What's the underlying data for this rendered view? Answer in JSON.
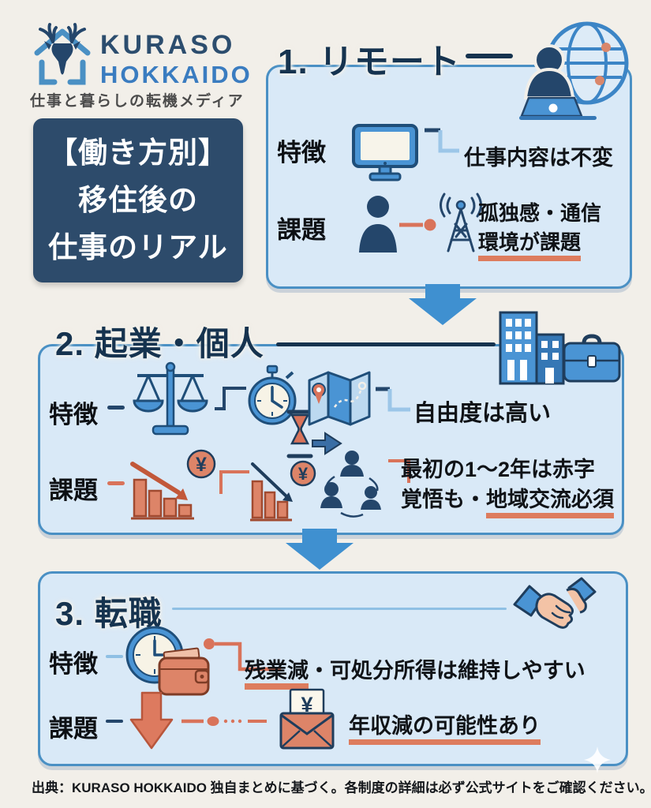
{
  "colors": {
    "background": "#f2efe9",
    "panel_fill": "#d9e9f7",
    "panel_border": "#4a90c4",
    "title_card_bg": "#2d4b6b",
    "heading_navy": "#16334f",
    "text_black": "#101317",
    "accent_orange": "#d9735a",
    "underline_orange": "#dd7c5e",
    "flow_arrow_blue": "#3f90d0",
    "icon_blue": "#4a94d4",
    "icon_navy": "#24466b"
  },
  "glyphs": {
    "yen": "¥"
  },
  "logo": {
    "brand_top": "KURASO",
    "brand_bottom": "HOKKAIDO",
    "tagline": "仕事と暮らしの転機メディア"
  },
  "title_card": {
    "line1": "【働き方別】",
    "line2": "移住後の",
    "line3": "仕事のリアル"
  },
  "section1": {
    "heading": "1. リモート",
    "feature_label": "特徴",
    "feature_text": "仕事内容は不変",
    "challenge_label": "課題",
    "challenge_line1": "孤独感・通信",
    "challenge_line2": "環境が課題"
  },
  "section2": {
    "heading": "2. 起業・個人",
    "feature_label": "特徴",
    "feature_text": "自由度は高い",
    "challenge_label": "課題",
    "challenge_line1": "最初の1〜2年は赤字",
    "challenge_line2_plain": "覚悟も・",
    "challenge_line2_marked": "地域交流必須"
  },
  "section3": {
    "heading": "3. 転職",
    "feature_label": "特徴",
    "feature_marked": "残業減",
    "feature_rest": "・可処分所得は維持しやすい",
    "challenge_label": "課題",
    "challenge_text": "年収減の可能性あり"
  },
  "footer": {
    "source": "出典：KURASO HOKKAIDO 独自まとめに基づく。各制度の詳細は必ず公式サイトをご確認ください。"
  },
  "icons": [
    "house-deer-logo-icon",
    "remote-worker-globe-icon",
    "monitor-icon",
    "person-icon",
    "radio-tower-icon",
    "buildings-icon",
    "briefcase-icon",
    "scale-icon",
    "stopwatch-icon",
    "hourglass-arrow-icon",
    "map-icon",
    "chart-down-yen-icon",
    "people-network-icon",
    "handshake-icon",
    "clock-wallet-icon",
    "down-arrow-icon",
    "envelope-yen-icon",
    "flow-arrow-icon",
    "sparkle-icon"
  ]
}
